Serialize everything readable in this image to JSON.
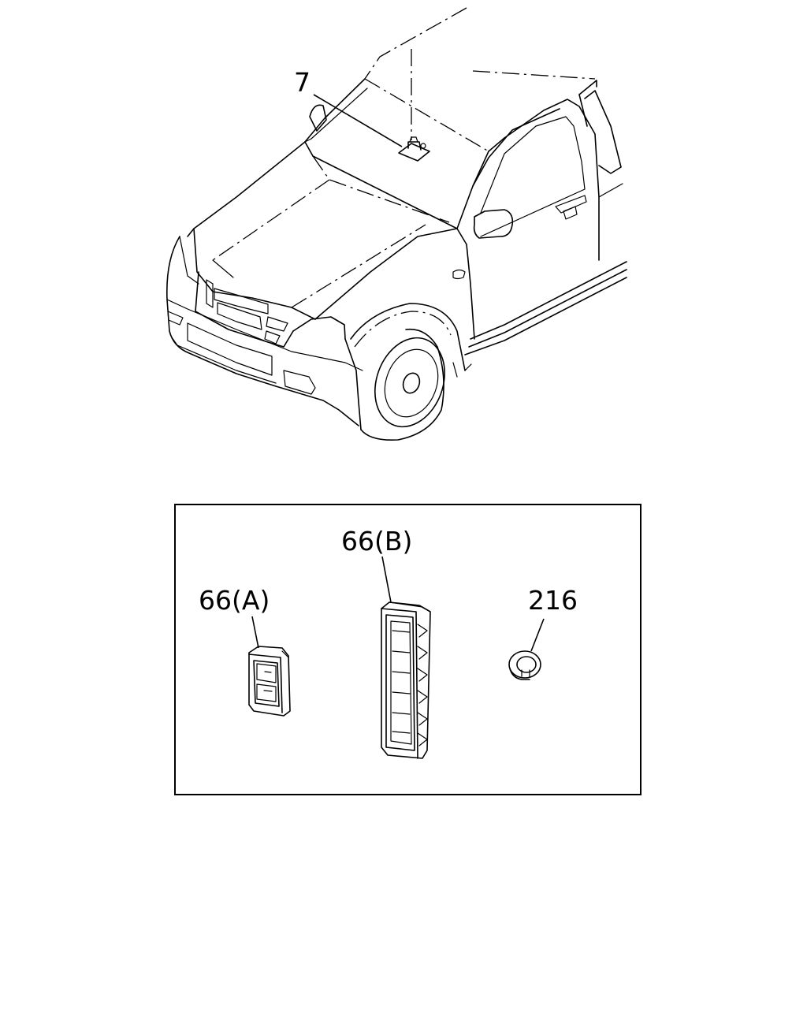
{
  "callouts": {
    "part_7": "7",
    "part_66a": "66(A)",
    "part_66b": "66(B)",
    "part_216": "216"
  },
  "colors": {
    "line": "#000000",
    "background": "#ffffff"
  }
}
